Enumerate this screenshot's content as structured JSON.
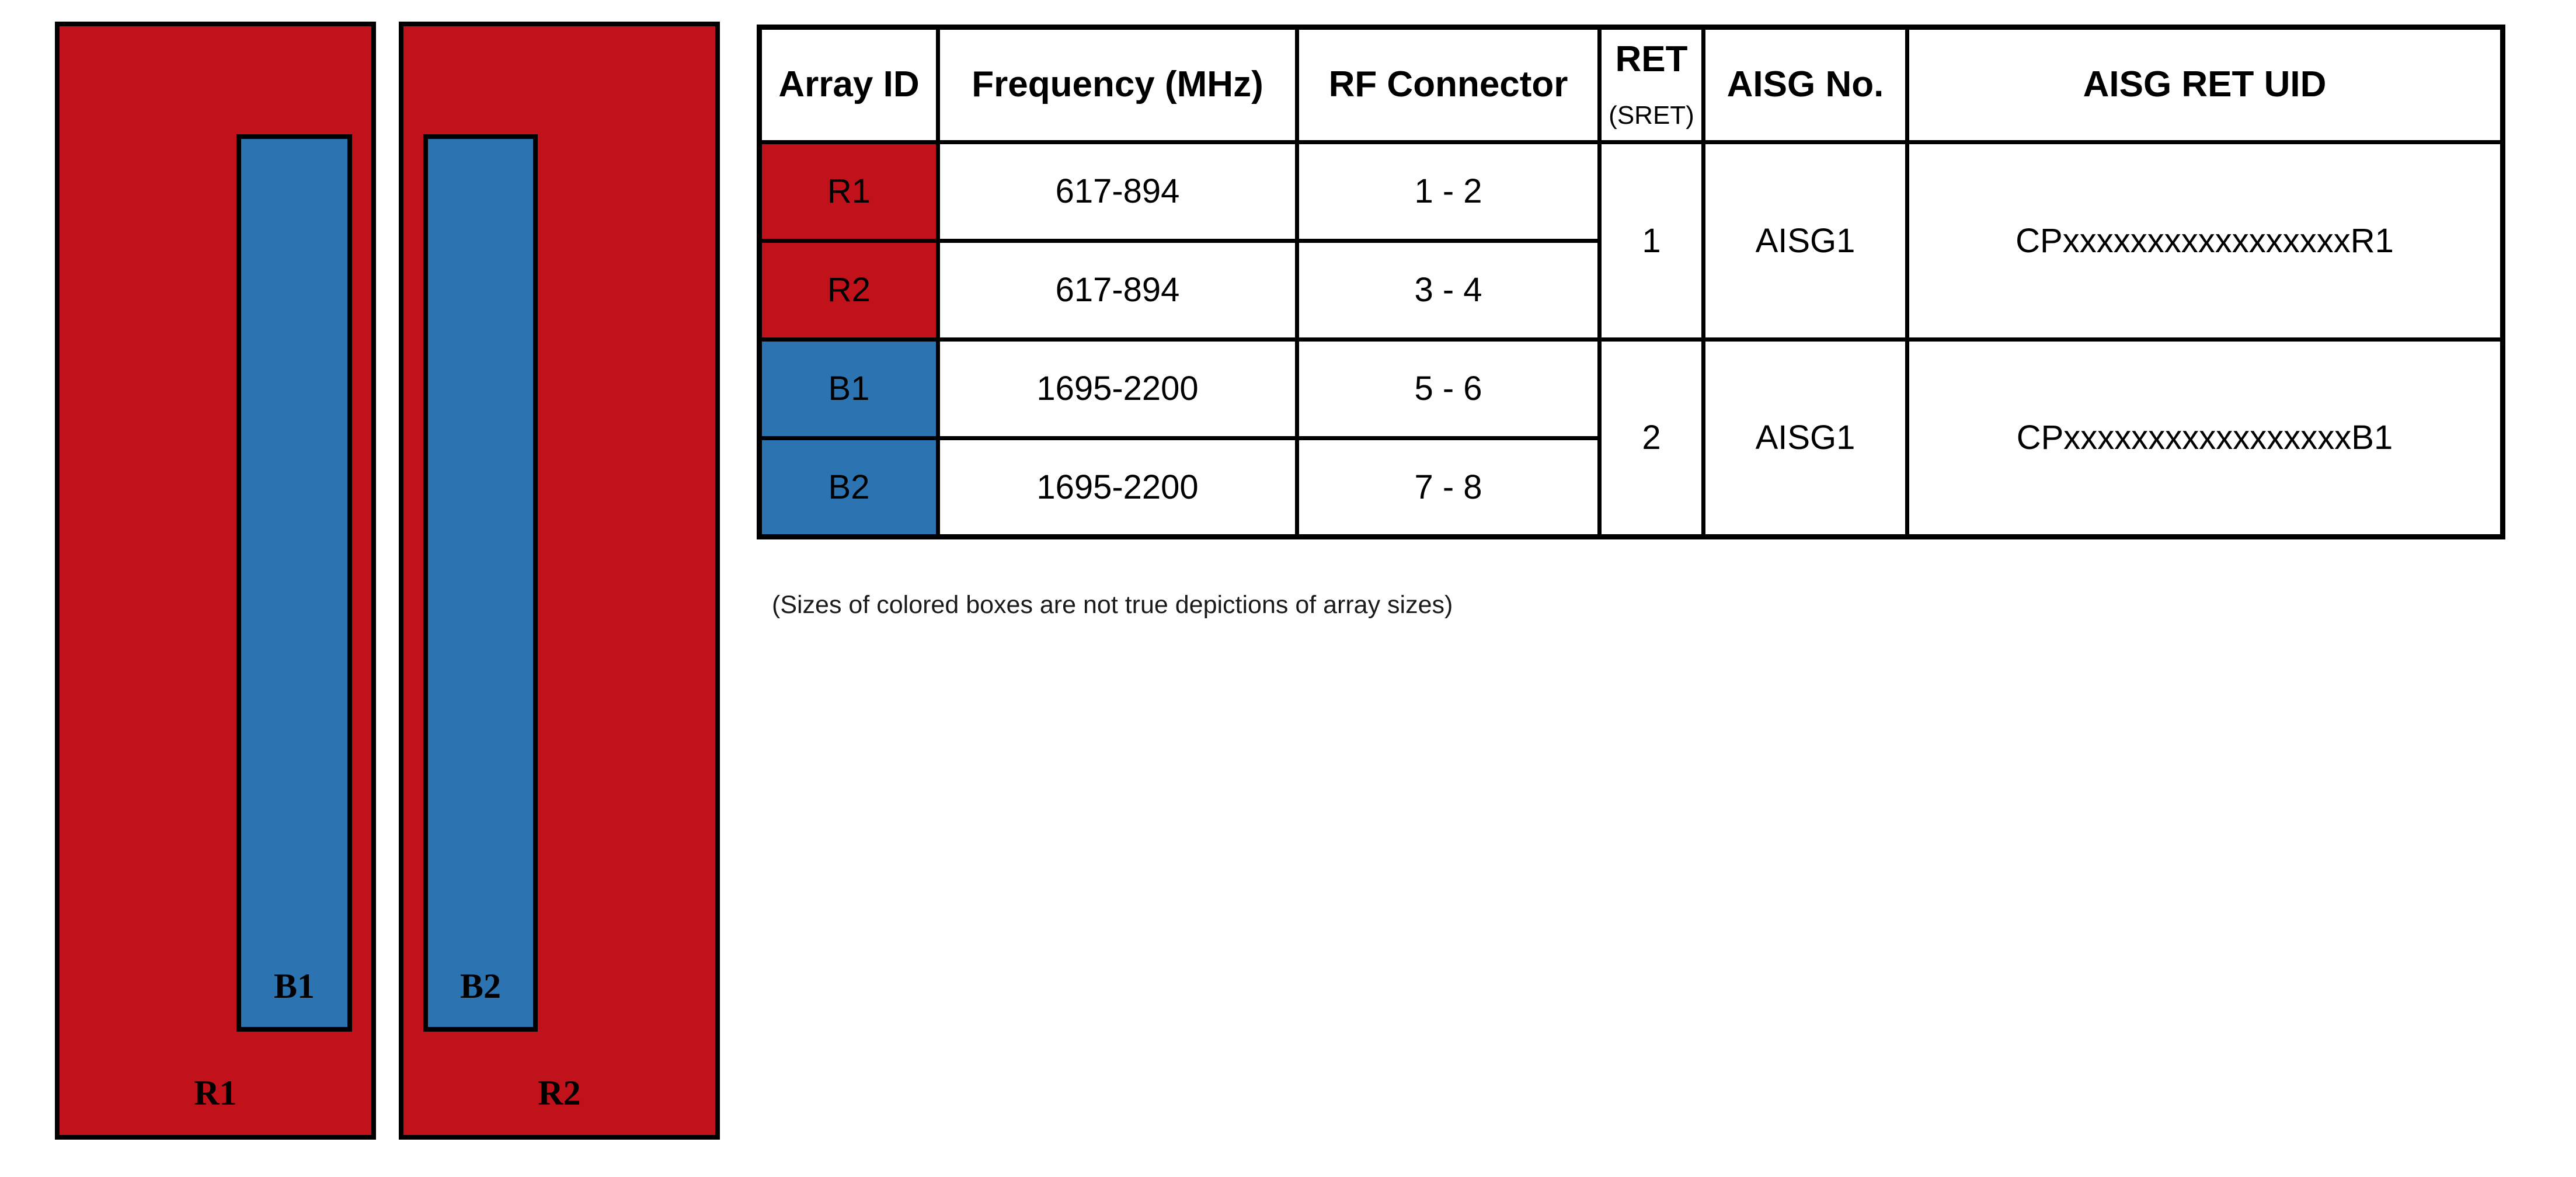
{
  "diagram": {
    "arrays": [
      {
        "outer_label": "R1",
        "inner_label": "B1"
      },
      {
        "outer_label": "R2",
        "inner_label": "B2"
      }
    ],
    "colors": {
      "red": "#C1121C",
      "blue": "#2B74B1",
      "border": "#000000"
    }
  },
  "table": {
    "headers": [
      {
        "label": "Array ID"
      },
      {
        "label": "Frequency (MHz)"
      },
      {
        "label": "RF Connector"
      },
      {
        "label": "RET",
        "sublabel": "(SRET)"
      },
      {
        "label": "AISG No."
      },
      {
        "label": "AISG RET UID"
      }
    ],
    "rows": [
      {
        "array_id": "R1",
        "color": "red",
        "frequency": "617-894",
        "rf_connector": "1 - 2"
      },
      {
        "array_id": "R2",
        "color": "red",
        "frequency": "617-894",
        "rf_connector": "3 - 4"
      },
      {
        "array_id": "B1",
        "color": "blue",
        "frequency": "1695-2200",
        "rf_connector": "5 - 6"
      },
      {
        "array_id": "B2",
        "color": "blue",
        "frequency": "1695-2200",
        "rf_connector": "7 - 8"
      }
    ],
    "groups": [
      {
        "ret": "1",
        "aisg_no": "AISG1",
        "aisg_ret_uid": "CPxxxxxxxxxxxxxxxxxR1"
      },
      {
        "ret": "2",
        "aisg_no": "AISG1",
        "aisg_ret_uid": "CPxxxxxxxxxxxxxxxxxB1"
      }
    ]
  },
  "note": "(Sizes of colored boxes are not true depictions of array sizes)"
}
